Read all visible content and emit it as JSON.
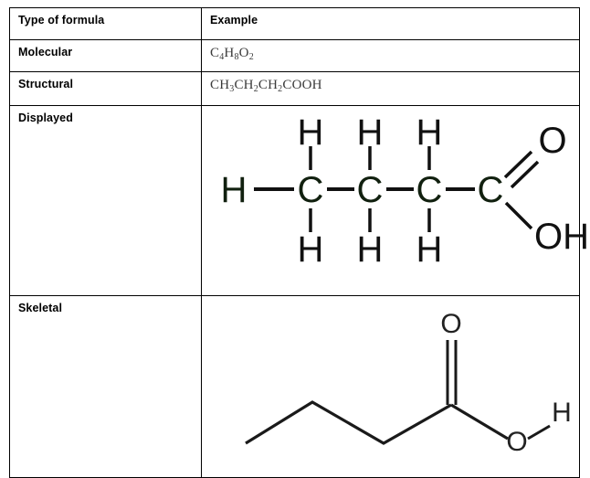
{
  "table": {
    "columns": [
      "Type of formula",
      "Example"
    ],
    "rows": [
      {
        "type_label": "Molecular",
        "example_kind": "text",
        "example_text": "C4H8O2"
      },
      {
        "type_label": "Structural",
        "example_kind": "text",
        "example_text": "CH3CH2CH2COOH"
      },
      {
        "type_label": "Displayed",
        "example_kind": "diagram",
        "example_text": ""
      },
      {
        "type_label": "Skeletal",
        "example_kind": "diagram",
        "example_text": ""
      }
    ]
  },
  "molecular_formula": {
    "parts": [
      {
        "symbol": "C",
        "count": "4"
      },
      {
        "symbol": "H",
        "count": "8"
      },
      {
        "symbol": "O",
        "count": "2"
      }
    ]
  },
  "structural_formula": {
    "groups": [
      {
        "symbol": "CH",
        "count": "3"
      },
      {
        "symbol": "CH",
        "count": "2"
      },
      {
        "symbol": "CH",
        "count": "2"
      },
      {
        "symbol": "COOH",
        "count": ""
      }
    ]
  },
  "displayed_formula": {
    "name": "butanoic-acid-displayed",
    "carbon_labels": [
      "C",
      "C",
      "C",
      "C"
    ],
    "hydrogen_top": [
      "H",
      "H",
      "H"
    ],
    "hydrogen_bottom": [
      "H",
      "H",
      "H"
    ],
    "hydrogen_left": "H",
    "carbonyl_oxygen": "O",
    "hydroxyl_group": "OH",
    "atom_color": "#11200f",
    "bond_color": "#111111"
  },
  "skeletal_formula": {
    "name": "butanoic-acid-skeletal",
    "carbonyl_oxygen": "O",
    "hydroxyl_oxygen": "O",
    "hydroxyl_hydrogen": "H",
    "atom_color": "#222222",
    "bond_color": "#1a1a1a"
  },
  "colors": {
    "border": "#000000",
    "background": "#ffffff",
    "label_text": "#000000",
    "chem_text": "#3a3a3a"
  }
}
